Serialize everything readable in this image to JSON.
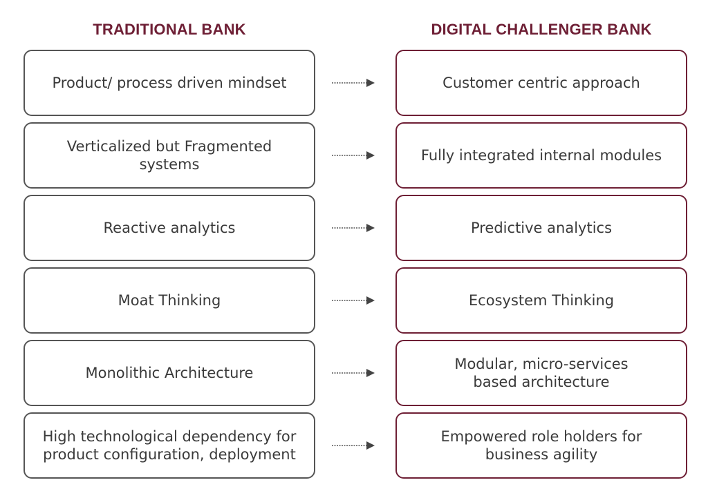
{
  "headers": {
    "left": "TRADITIONAL BANK",
    "right": "DIGITAL CHALLENGER BANK"
  },
  "colors": {
    "accent": "#6e1f35",
    "left_border": "#555555",
    "text": "#3a3a3a"
  },
  "rows": [
    {
      "left": "Product/ process driven mindset",
      "right": "Customer centric approach"
    },
    {
      "left": "Verticalized but Fragmented systems",
      "right": "Fully integrated internal modules"
    },
    {
      "left": "Reactive analytics",
      "right": "Predictive analytics"
    },
    {
      "left": "Moat Thinking",
      "right": "Ecosystem Thinking"
    },
    {
      "left": "Monolithic Architecture",
      "right": "Modular, micro-services\nbased architecture"
    },
    {
      "left": "High technological dependency for\nproduct configuration, deployment",
      "right": "Empowered role holders for\nbusiness agility"
    }
  ]
}
